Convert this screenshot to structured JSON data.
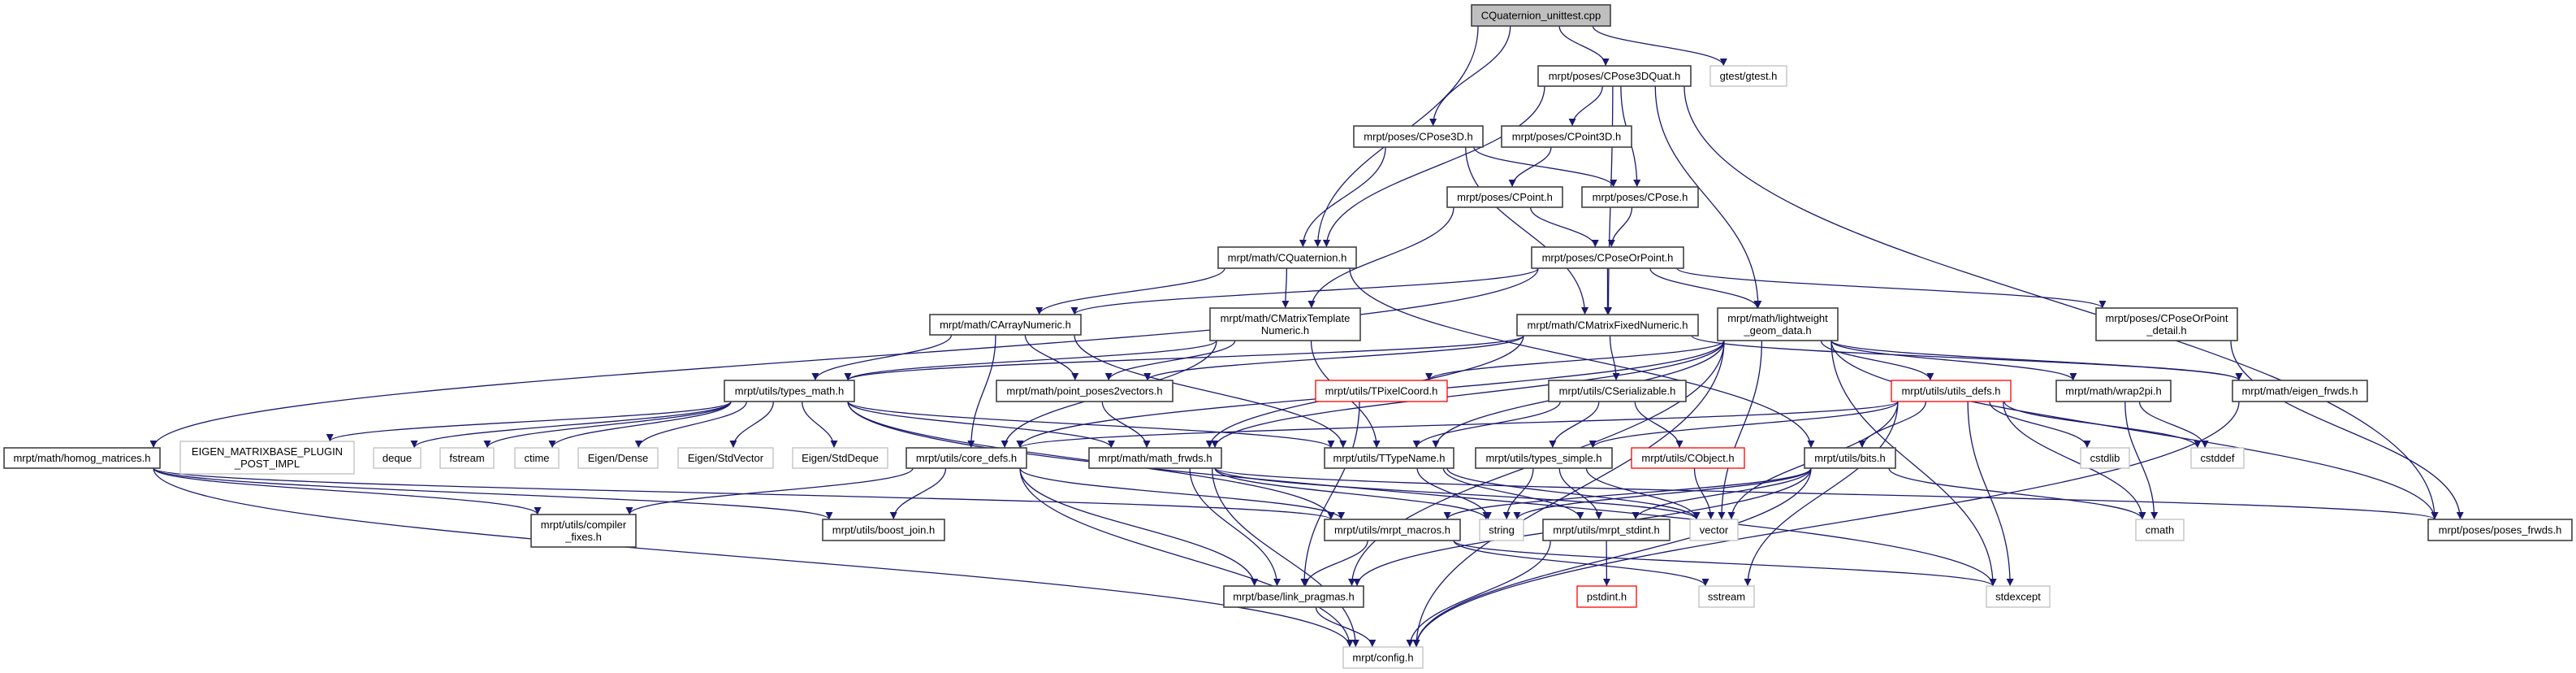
{
  "graph": {
    "title": "CQuaternion_unittest.cpp",
    "colors": {
      "edge": "#191970",
      "node_border": "#404040",
      "system_border": "#bfbfbf",
      "truncated_border": "#ff0000",
      "root_fill": "#bfbfbf"
    },
    "nodes": {
      "unittest": {
        "label": "CQuaternion_unittest.cpp",
        "kind": "root"
      },
      "CPose3DQuat": {
        "label": "mrpt/poses/CPose3DQuat.h",
        "kind": "normal"
      },
      "gtest": {
        "label": "gtest/gtest.h",
        "kind": "system"
      },
      "CPose3D": {
        "label": "mrpt/poses/CPose3D.h",
        "kind": "normal"
      },
      "CPoint3D": {
        "label": "mrpt/poses/CPoint3D.h",
        "kind": "normal"
      },
      "CPoint": {
        "label": "mrpt/poses/CPoint.h",
        "kind": "normal"
      },
      "CPose": {
        "label": "mrpt/poses/CPose.h",
        "kind": "normal"
      },
      "CQuaternion": {
        "label": "mrpt/math/CQuaternion.h",
        "kind": "normal"
      },
      "CPoseOrPoint": {
        "label": "mrpt/poses/CPoseOrPoint.h",
        "kind": "normal"
      },
      "CArrayNumeric": {
        "label": "mrpt/math/CArrayNumeric.h",
        "kind": "normal"
      },
      "CMatrixTemplateNumeric": {
        "label": "mrpt/math/CMatrixTemplate\nNumeric.h",
        "kind": "normal"
      },
      "CMatrixFixedNumeric": {
        "label": "mrpt/math/CMatrixFixedNumeric.h",
        "kind": "normal"
      },
      "lightweight": {
        "label": "mrpt/math/lightweight\n_geom_data.h",
        "kind": "normal"
      },
      "CPoseOrPoint_detail": {
        "label": "mrpt/poses/CPoseOrPoint\n_detail.h",
        "kind": "normal"
      },
      "homog": {
        "label": "mrpt/math/homog_matrices.h",
        "kind": "normal"
      },
      "eigenplugin": {
        "label": "EIGEN_MATRIXBASE_PLUGIN\n_POST_IMPL",
        "kind": "system"
      },
      "types_math": {
        "label": "mrpt/utils/types_math.h",
        "kind": "normal"
      },
      "point_poses2vectors": {
        "label": "mrpt/math/point_poses2vectors.h",
        "kind": "normal"
      },
      "TPixelCoord": {
        "label": "mrpt/utils/TPixelCoord.h",
        "kind": "truncated"
      },
      "CSerializable": {
        "label": "mrpt/utils/CSerializable.h",
        "kind": "normal"
      },
      "utils_defs": {
        "label": "mrpt/utils/utils_defs.h",
        "kind": "truncated"
      },
      "wrap2pi": {
        "label": "mrpt/math/wrap2pi.h",
        "kind": "normal"
      },
      "eigen_frwds": {
        "label": "mrpt/math/eigen_frwds.h",
        "kind": "normal"
      },
      "deque": {
        "label": "deque",
        "kind": "system"
      },
      "fstream": {
        "label": "fstream",
        "kind": "system"
      },
      "ctime": {
        "label": "ctime",
        "kind": "system"
      },
      "EigenDense": {
        "label": "Eigen/Dense",
        "kind": "system"
      },
      "EigenStdVector": {
        "label": "Eigen/StdVector",
        "kind": "system"
      },
      "EigenStdDeque": {
        "label": "Eigen/StdDeque",
        "kind": "system"
      },
      "core_defs": {
        "label": "mrpt/utils/core_defs.h",
        "kind": "normal"
      },
      "math_frwds": {
        "label": "mrpt/math/math_frwds.h",
        "kind": "normal"
      },
      "TTypeName": {
        "label": "mrpt/utils/TTypeName.h",
        "kind": "normal"
      },
      "types_simple": {
        "label": "mrpt/utils/types_simple.h",
        "kind": "normal"
      },
      "CObject": {
        "label": "mrpt/utils/CObject.h",
        "kind": "truncated"
      },
      "bits": {
        "label": "mrpt/utils/bits.h",
        "kind": "normal"
      },
      "cstdlib": {
        "label": "cstdlib",
        "kind": "system"
      },
      "cstddef": {
        "label": "cstddef",
        "kind": "system"
      },
      "compiler_fixes": {
        "label": "mrpt/utils/compiler\n_fixes.h",
        "kind": "normal"
      },
      "boost_join": {
        "label": "mrpt/utils/boost_join.h",
        "kind": "normal"
      },
      "mrpt_macros": {
        "label": "mrpt/utils/mrpt_macros.h",
        "kind": "normal"
      },
      "string": {
        "label": "string",
        "kind": "system"
      },
      "mrpt_stdint": {
        "label": "mrpt/utils/mrpt_stdint.h",
        "kind": "normal"
      },
      "vector": {
        "label": "vector",
        "kind": "system"
      },
      "cmath": {
        "label": "cmath",
        "kind": "system"
      },
      "poses_frwds": {
        "label": "mrpt/poses/poses_frwds.h",
        "kind": "normal"
      },
      "link_pragmas": {
        "label": "mrpt/base/link_pragmas.h",
        "kind": "normal"
      },
      "pstdint": {
        "label": "pstdint.h",
        "kind": "truncated"
      },
      "sstream": {
        "label": "sstream",
        "kind": "system"
      },
      "stdexcept": {
        "label": "stdexcept",
        "kind": "system"
      },
      "config": {
        "label": "mrpt/config.h",
        "kind": "system"
      }
    },
    "edges": [
      [
        "unittest",
        "CQuaternion"
      ],
      [
        "unittest",
        "CPose3D"
      ],
      [
        "unittest",
        "CPose3DQuat"
      ],
      [
        "unittest",
        "gtest"
      ],
      [
        "CPose3DQuat",
        "CQuaternion"
      ],
      [
        "CPose3DQuat",
        "CPoint3D"
      ],
      [
        "CPose3DQuat",
        "CPose"
      ],
      [
        "CPose3DQuat",
        "CMatrixFixedNumeric"
      ],
      [
        "CPose3DQuat",
        "lightweight"
      ],
      [
        "CPose3DQuat",
        "poses_frwds"
      ],
      [
        "CPose3D",
        "CQuaternion"
      ],
      [
        "CPose3D",
        "CPose"
      ],
      [
        "CPose3D",
        "CMatrixFixedNumeric"
      ],
      [
        "CPoint3D",
        "CPoint"
      ],
      [
        "CPoint",
        "CPoseOrPoint"
      ],
      [
        "CPoint",
        "CMatrixTemplateNumeric"
      ],
      [
        "CPose",
        "CPoseOrPoint"
      ],
      [
        "CQuaternion",
        "CArrayNumeric"
      ],
      [
        "CQuaternion",
        "CMatrixTemplateNumeric"
      ],
      [
        "CQuaternion",
        "bits"
      ],
      [
        "CPoseOrPoint",
        "homog"
      ],
      [
        "CPoseOrPoint",
        "CArrayNumeric"
      ],
      [
        "CPoseOrPoint",
        "CMatrixFixedNumeric"
      ],
      [
        "CPoseOrPoint",
        "lightweight"
      ],
      [
        "CPoseOrPoint",
        "CPoseOrPoint_detail"
      ],
      [
        "CArrayNumeric",
        "types_math"
      ],
      [
        "CArrayNumeric",
        "point_poses2vectors"
      ],
      [
        "CArrayNumeric",
        "core_defs"
      ],
      [
        "CArrayNumeric",
        "TTypeName"
      ],
      [
        "CMatrixTemplateNumeric",
        "types_math"
      ],
      [
        "CMatrixTemplateNumeric",
        "point_poses2vectors"
      ],
      [
        "CMatrixTemplateNumeric",
        "core_defs"
      ],
      [
        "CMatrixTemplateNumeric",
        "TTypeName"
      ],
      [
        "CMatrixFixedNumeric",
        "types_math"
      ],
      [
        "CMatrixFixedNumeric",
        "point_poses2vectors"
      ],
      [
        "CMatrixFixedNumeric",
        "math_frwds"
      ],
      [
        "CMatrixFixedNumeric",
        "CSerializable"
      ],
      [
        "CMatrixFixedNumeric",
        "eigen_frwds"
      ],
      [
        "lightweight",
        "TPixelCoord"
      ],
      [
        "lightweight",
        "TTypeName"
      ],
      [
        "lightweight",
        "math_frwds"
      ],
      [
        "lightweight",
        "utils_defs"
      ],
      [
        "lightweight",
        "wrap2pi"
      ],
      [
        "lightweight",
        "eigen_frwds"
      ],
      [
        "lightweight",
        "vector"
      ],
      [
        "lightweight",
        "stdexcept"
      ],
      [
        "lightweight",
        "config"
      ],
      [
        "lightweight",
        "link_pragmas"
      ],
      [
        "lightweight",
        "core_defs"
      ],
      [
        "lightweight",
        "poses_frwds"
      ],
      [
        "CPoseOrPoint_detail",
        "poses_frwds"
      ],
      [
        "homog",
        "compiler_fixes"
      ],
      [
        "homog",
        "mrpt_macros"
      ],
      [
        "homog",
        "boost_join"
      ],
      [
        "homog",
        "config"
      ],
      [
        "types_math",
        "eigenplugin"
      ],
      [
        "types_math",
        "deque"
      ],
      [
        "types_math",
        "fstream"
      ],
      [
        "types_math",
        "ctime"
      ],
      [
        "types_math",
        "EigenDense"
      ],
      [
        "types_math",
        "EigenStdVector"
      ],
      [
        "types_math",
        "EigenStdDeque"
      ],
      [
        "types_math",
        "math_frwds"
      ],
      [
        "types_math",
        "TTypeName"
      ],
      [
        "types_math",
        "mrpt_macros"
      ],
      [
        "types_math",
        "stdexcept"
      ],
      [
        "point_poses2vectors",
        "math_frwds"
      ],
      [
        "TPixelCoord",
        "link_pragmas"
      ],
      [
        "CSerializable",
        "types_simple"
      ],
      [
        "CSerializable",
        "CObject"
      ],
      [
        "CSerializable",
        "TTypeName"
      ],
      [
        "utils_defs",
        "types_simple"
      ],
      [
        "utils_defs",
        "core_defs"
      ],
      [
        "utils_defs",
        "bits"
      ],
      [
        "utils_defs",
        "vector"
      ],
      [
        "utils_defs",
        "sstream"
      ],
      [
        "utils_defs",
        "stdexcept"
      ],
      [
        "utils_defs",
        "cstdlib"
      ],
      [
        "utils_defs",
        "cstddef"
      ],
      [
        "utils_defs",
        "cmath"
      ],
      [
        "wrap2pi",
        "cstddef"
      ],
      [
        "wrap2pi",
        "cmath"
      ],
      [
        "eigen_frwds",
        "config"
      ],
      [
        "core_defs",
        "compiler_fixes"
      ],
      [
        "core_defs",
        "boost_join"
      ],
      [
        "core_defs",
        "config"
      ],
      [
        "core_defs",
        "link_pragmas"
      ],
      [
        "core_defs",
        "mrpt_macros"
      ],
      [
        "math_frwds",
        "link_pragmas"
      ],
      [
        "math_frwds",
        "config"
      ],
      [
        "math_frwds",
        "string"
      ],
      [
        "math_frwds",
        "vector"
      ],
      [
        "math_frwds",
        "poses_frwds"
      ],
      [
        "TTypeName",
        "string"
      ],
      [
        "TTypeName",
        "mrpt_stdint"
      ],
      [
        "TTypeName",
        "vector"
      ],
      [
        "types_simple",
        "string"
      ],
      [
        "types_simple",
        "mrpt_stdint"
      ],
      [
        "types_simple",
        "vector"
      ],
      [
        "CObject",
        "vector"
      ],
      [
        "bits",
        "string"
      ],
      [
        "bits",
        "mrpt_stdint"
      ],
      [
        "bits",
        "cmath"
      ],
      [
        "bits",
        "mrpt_macros"
      ],
      [
        "bits",
        "link_pragmas"
      ],
      [
        "bits",
        "config"
      ],
      [
        "mrpt_macros",
        "link_pragmas"
      ],
      [
        "mrpt_macros",
        "sstream"
      ],
      [
        "mrpt_macros",
        "stdexcept"
      ],
      [
        "mrpt_stdint",
        "pstdint"
      ],
      [
        "mrpt_stdint",
        "config"
      ],
      [
        "link_pragmas",
        "config"
      ]
    ]
  }
}
